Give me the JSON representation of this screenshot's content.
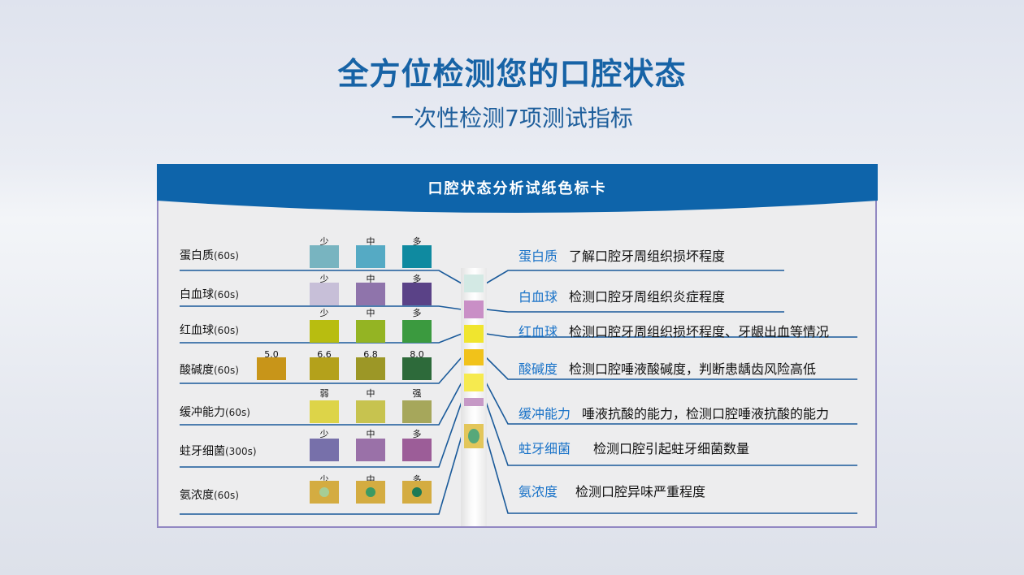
{
  "page": {
    "title": "全方位检测您的口腔状态",
    "subtitle": "一次性检测7项测试指标"
  },
  "card": {
    "title": "口腔状态分析试纸色标卡",
    "header_color": "#0e64aa",
    "border_color": "#9288c2"
  },
  "rows": [
    {
      "name": "蛋白质",
      "time": "(60s)",
      "levels": [
        "少",
        "中",
        "多"
      ],
      "colors": [
        "#78b4c0",
        "#55aac4",
        "#0f8aa0"
      ],
      "dot_colors": [],
      "strip_pad": "#d3e9e4",
      "indicator": "蛋白质",
      "description": "了解口腔牙周组织损坏程度"
    },
    {
      "name": "白血球",
      "time": "(60s)",
      "levels": [
        "少",
        "中",
        "多"
      ],
      "colors": [
        "#c7bfd8",
        "#8f74ab",
        "#5a4287"
      ],
      "dot_colors": [],
      "strip_pad": "#c98fc6",
      "indicator": "白血球",
      "description": "检测口腔牙周组织炎症程度"
    },
    {
      "name": "红血球",
      "time": "(60s)",
      "levels": [
        "少",
        "中",
        "多"
      ],
      "colors": [
        "#b8bd10",
        "#94b423",
        "#3b9a3f"
      ],
      "dot_colors": [],
      "strip_pad": "#f0e52e",
      "indicator": "红血球",
      "description": "检测口腔牙周组织损坏程度、牙龈出血等情况"
    },
    {
      "name": "酸碱度",
      "time": "(60s)",
      "levels": [
        "5.0",
        "6.6",
        "6.8",
        "8.0"
      ],
      "colors": [
        "#c89519",
        "#b4a11b",
        "#9c9726",
        "#2d6a3a"
      ],
      "dot_colors": [],
      "strip_pad": "#f1c21a",
      "indicator": "酸碱度",
      "description": "检测口腔唾液酸碱度，判断患龋齿风险高低"
    },
    {
      "name": "缓冲能力",
      "time": "(60s)",
      "levels": [
        "弱",
        "中",
        "强"
      ],
      "colors": [
        "#ddd448",
        "#c7c34f",
        "#a6a75b"
      ],
      "dot_colors": [],
      "strip_pad": "#f6ea4f",
      "indicator": "缓冲能力",
      "description": "唾液抗酸的能力，检测口腔唾液抗酸的能力"
    },
    {
      "name": "蛀牙细菌",
      "time": "(300s)",
      "levels": [
        "少",
        "中",
        "多"
      ],
      "colors": [
        "#7770aa",
        "#9a71a8",
        "#9c5d98"
      ],
      "dot_colors": [],
      "strip_pad": "#c699c6",
      "indicator": "蛀牙细菌",
      "description": "检测口腔引起蛀牙细菌数量"
    },
    {
      "name": "氨浓度",
      "time": "(60s)",
      "levels": [
        "少",
        "中",
        "多"
      ],
      "colors": [
        "#d4ac41",
        "#d4ac41",
        "#d4ac41"
      ],
      "dot_colors": [
        "#a6cd96",
        "#3b9a63",
        "#1d7a55"
      ],
      "strip_pad": "#e3c65a",
      "indicator": "氨浓度",
      "description": "检测口腔异味严重程度"
    }
  ]
}
